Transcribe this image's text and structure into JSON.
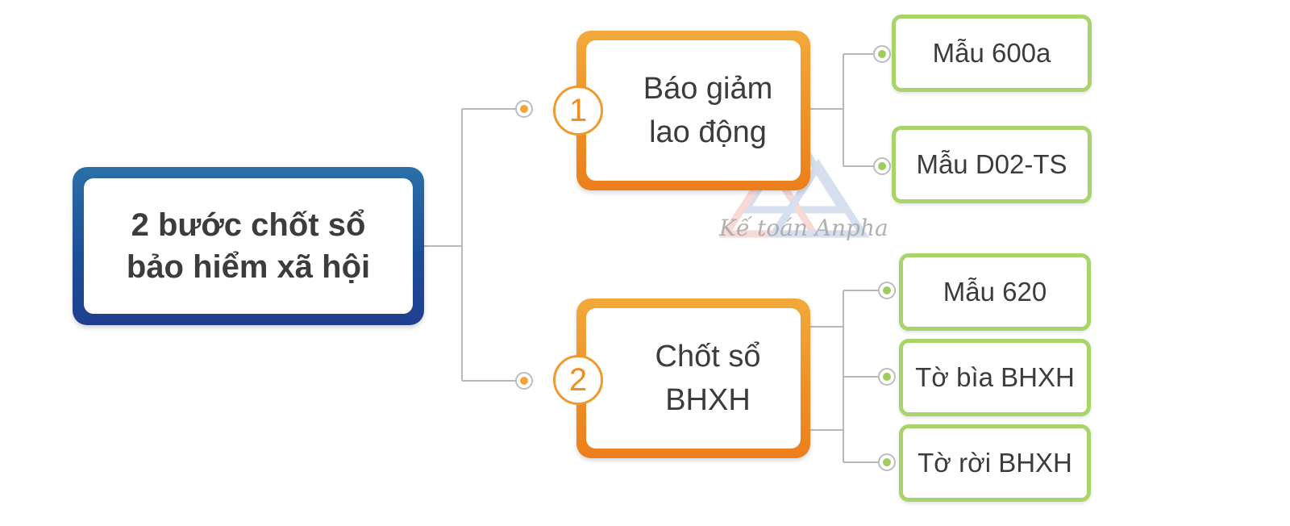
{
  "root": {
    "line1": "2 bước chốt sổ",
    "line2": "bảo hiểm xã hội"
  },
  "steps": [
    {
      "number": "1",
      "line1": "Báo giảm",
      "line2": "lao động",
      "forms": [
        "Mẫu 600a",
        "Mẫu D02-TS"
      ]
    },
    {
      "number": "2",
      "line1": "Chốt sổ",
      "line2": "BHXH",
      "forms": [
        "Mẫu 620",
        "Tờ bìa BHXH",
        "Tờ rời BHXH"
      ]
    }
  ],
  "watermark": {
    "text": "Kế toán Anpha"
  },
  "colors": {
    "root_border": "#1f4f96",
    "step_border": "#ef8e25",
    "form_border": "#a9d46b",
    "connector": "#b5b5b5",
    "text": "#3c3c3c"
  }
}
